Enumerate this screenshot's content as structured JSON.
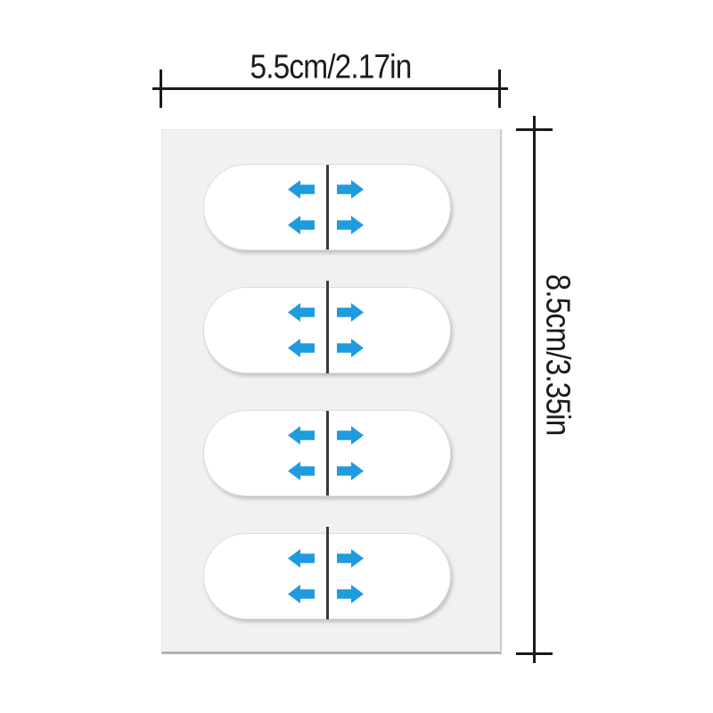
{
  "dimensions": {
    "width": {
      "label": "5.5cm/2.17in"
    },
    "height": {
      "label": "8.5cm/3.35in"
    }
  },
  "sheet": {
    "pills": [
      {
        "arrows": [
          "left",
          "right",
          "left",
          "right"
        ]
      },
      {
        "arrows": [
          "left",
          "right",
          "left",
          "right"
        ]
      },
      {
        "arrows": [
          "left",
          "right",
          "left",
          "right"
        ]
      },
      {
        "arrows": [
          "left",
          "right",
          "left",
          "right"
        ]
      }
    ]
  },
  "colors": {
    "arrow_blue": "#1e9cde",
    "divider_line": "#3a3a3a",
    "dimension_line": "#1a1a1a",
    "sheet_background": "#f1f1f1",
    "pill_background": "#ffffff"
  }
}
